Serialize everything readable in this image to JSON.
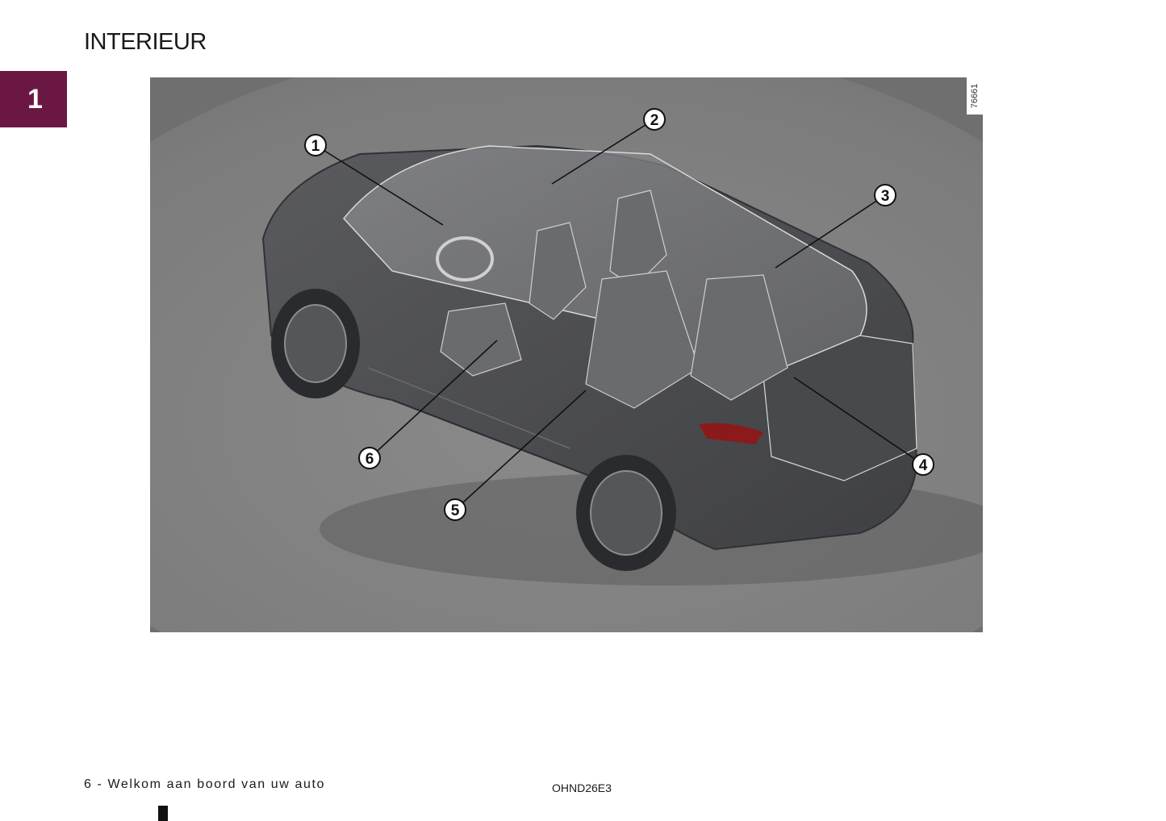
{
  "page": {
    "title": "INTERIEUR",
    "chapter_number": "1",
    "chapter_color": "#6b1744"
  },
  "figure": {
    "reference": "76661",
    "callouts": [
      "1",
      "2",
      "3",
      "4",
      "5",
      "6"
    ]
  },
  "footer": {
    "section": "6 - Welkom aan boord van uw auto",
    "code": "OHND26E3"
  }
}
